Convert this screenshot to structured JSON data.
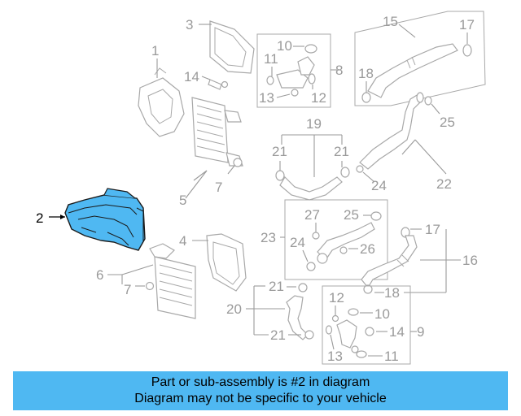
{
  "diagram": {
    "highlight_color": "#4fb8f2",
    "highlighted_part": "2",
    "callouts": [
      "1",
      "2",
      "3",
      "4",
      "5",
      "6",
      "7",
      "7",
      "8",
      "9",
      "10",
      "10",
      "11",
      "11",
      "12",
      "12",
      "13",
      "13",
      "14",
      "14",
      "15",
      "16",
      "17",
      "17",
      "18",
      "18",
      "19",
      "20",
      "21",
      "21",
      "21",
      "21",
      "22",
      "23",
      "24",
      "24",
      "25",
      "25",
      "26",
      "27"
    ]
  },
  "banner": {
    "line1": "Part or sub-assembly is #2 in diagram",
    "line2": "Diagram may not be specific to your vehicle",
    "background": "#4fb8f2"
  }
}
